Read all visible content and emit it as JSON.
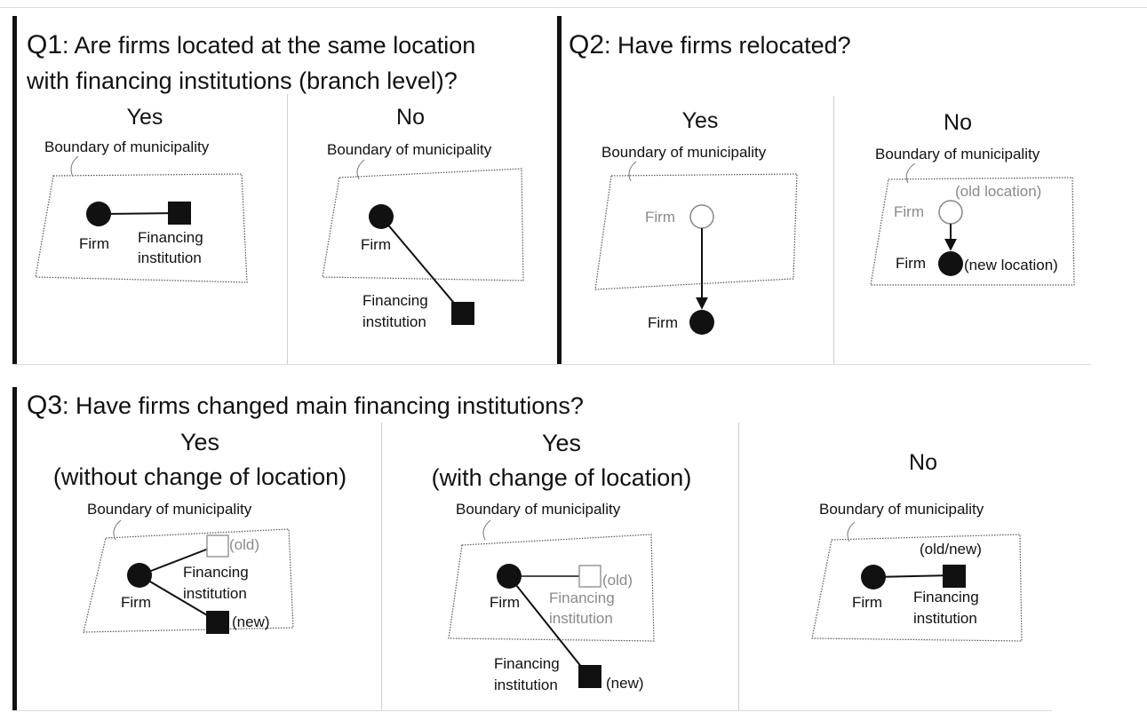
{
  "q1": {
    "number": "Q1",
    "title_line1": ": Are firms located at the same location",
    "title_line2": "with financing institutions (branch level)?",
    "yes": {
      "choice": "Yes",
      "boundary": "Boundary of municipality",
      "firm": "Firm",
      "fi_line1": "Financing",
      "fi_line2": "institution"
    },
    "no": {
      "choice": "No",
      "boundary": "Boundary of municipality",
      "firm": "Firm",
      "fi_line1": "Financing",
      "fi_line2": "institution"
    }
  },
  "q2": {
    "number": "Q2",
    "title": ": Have firms relocated?",
    "yes": {
      "choice": "Yes",
      "boundary": "Boundary of municipality",
      "firm_old": "Firm",
      "firm_new": "Firm"
    },
    "no": {
      "choice": "No",
      "boundary": "Boundary of municipality",
      "firm_old": "Firm",
      "old_note": "(old location)",
      "firm_new": "Firm",
      "new_note": "(new location)"
    }
  },
  "q3": {
    "number": "Q3",
    "title": ": Have firms changed main financing institutions?",
    "yes_same": {
      "choice_line1": "Yes",
      "choice_line2": "(without change of location)",
      "boundary": "Boundary of municipality",
      "firm": "Firm",
      "old_note": "(old)",
      "fi_line1": "Financing",
      "fi_line2": "institution",
      "new_note": "(new)"
    },
    "yes_moved": {
      "choice_line1": "Yes",
      "choice_line2": "(with change of location)",
      "boundary": "Boundary of municipality",
      "firm": "Firm",
      "old_note": "(old)",
      "fi_old_line1": "Financing",
      "fi_old_line2": "institution",
      "fi_new_line1": "Financing",
      "fi_new_line2": "institution",
      "new_note": "(new)"
    },
    "no": {
      "choice": "No",
      "boundary": "Boundary of municipality",
      "firm": "Firm",
      "note": "(old/new)",
      "fi_line1": "Financing",
      "fi_line2": "institution"
    }
  },
  "colors": {
    "ink": "#111111",
    "grey": "#8a8a8a",
    "separator": "#cfcfcf"
  }
}
